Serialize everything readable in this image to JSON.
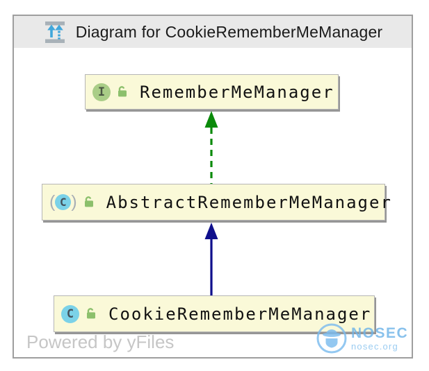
{
  "window": {
    "title": "Diagram for CookieRememberMeManager"
  },
  "diagram": {
    "nodes": [
      {
        "name": "RememberMeManager",
        "kind": "interface",
        "kind_letter": "I",
        "visibility": "public"
      },
      {
        "name": "AbstractRememberMeManager",
        "kind": "abstract-class",
        "kind_letter": "C",
        "paren_open": "(",
        "paren_close": ")",
        "visibility": "public"
      },
      {
        "name": "CookieRememberMeManager",
        "kind": "class",
        "kind_letter": "C",
        "visibility": "public"
      }
    ],
    "edges": [
      {
        "from": "AbstractRememberMeManager",
        "to": "RememberMeManager",
        "type": "implements",
        "style": "dashed",
        "color": "#0a8a0a"
      },
      {
        "from": "CookieRememberMeManager",
        "to": "AbstractRememberMeManager",
        "type": "extends",
        "style": "solid",
        "color": "#0f0f8c"
      }
    ]
  },
  "watermark": {
    "text": "Powered by yFiles"
  },
  "logo": {
    "title": "NOSEC",
    "subtitle": "nosec.org"
  },
  "colors": {
    "node_fill": "#faf9d8",
    "node_border": "#b5b5b5",
    "titlebar_bg": "#e9e9e9",
    "frame_border": "#9e9e9e",
    "interface_icon": "#a9cd87",
    "class_icon": "#7bd2e8",
    "lock_icon": "#8cc06c",
    "implements_edge": "#0a8a0a",
    "extends_edge": "#0f0f8c",
    "watermark_gray": "#c6c6c6",
    "logo_blue": "#6eb4e8"
  }
}
